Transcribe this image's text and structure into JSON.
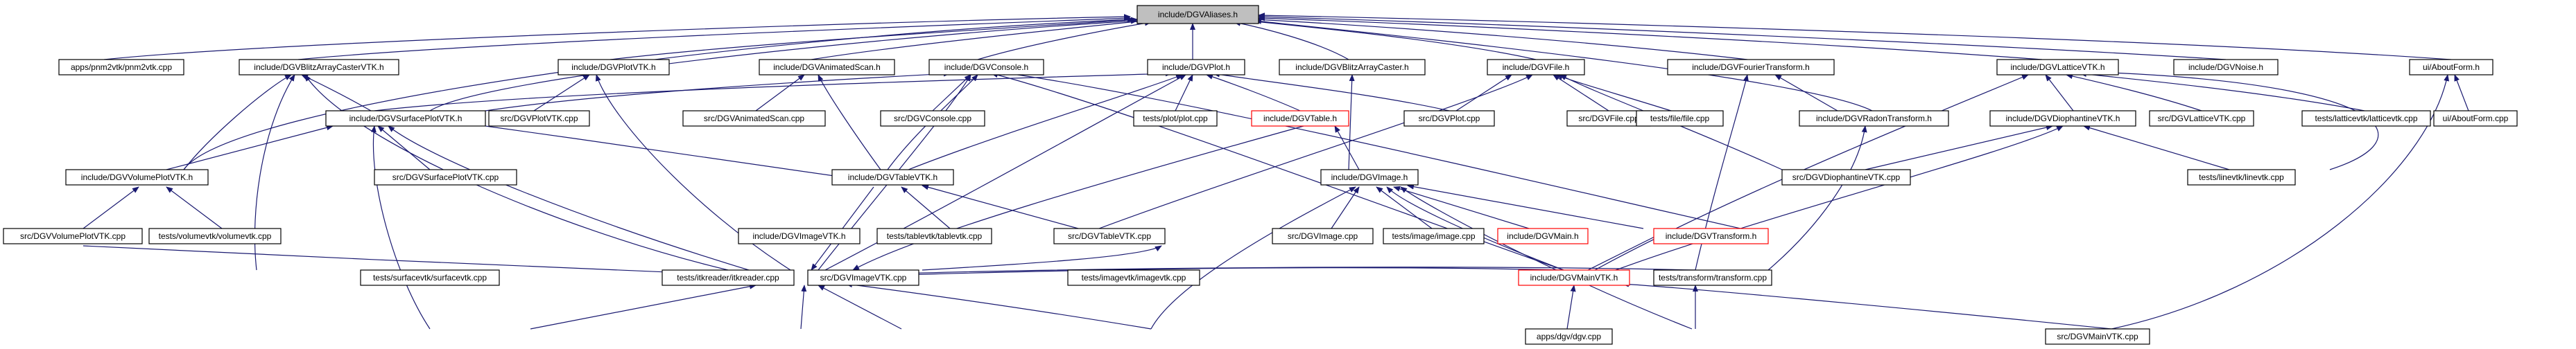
{
  "nodes": {
    "root": "include/DGVAliases.h",
    "pnm2vtk": "apps/pnm2vtk/pnm2vtk.cpp",
    "blitzCasterH": "include/DGVBlitzArrayCasterVTK.h",
    "plotVtkH": "include/DGVPlotVTK.h",
    "animScanH": "include/DGVAnimatedScan.h",
    "consoleH": "include/DGVConsole.h",
    "plotH": "include/DGVPlot.h",
    "blitzCasterPlainH": "include/DGVBlitzArrayCaster.h",
    "fileH": "include/DGVFile.h",
    "fourierH": "include/DGVFourierTransform.h",
    "latticeH": "include/DGVLatticeVTK.h",
    "noiseH": "include/DGVNoise.h",
    "aboutH": "ui/AboutForm.h",
    "surfacePlotH": "include/DGVSurfacePlotVTK.h",
    "plotVtkCpp": "src/DGVPlotVTK.cpp",
    "animScanCpp": "src/DGVAnimatedScan.cpp",
    "consoleCpp": "src/DGVConsole.cpp",
    "plotTestCpp": "tests/plot/plot.cpp",
    "tableH": "include/DGVTable.h",
    "plotCpp": "src/DGVPlot.cpp",
    "fileCpp": "src/DGVFile.cpp",
    "fileTestCpp": "tests/file/file.cpp",
    "radonH": "include/DGVRadonTransform.h",
    "diophantineH": "include/DGVDiophantineVTK.h",
    "latticeCpp": "src/DGVLatticeVTK.cpp",
    "latticeTestCpp": "tests/latticevtk/latticevtk.cpp",
    "aboutCpp": "ui/AboutForm.cpp",
    "volumePlotH": "include/DGVVolumePlotVTK.h",
    "surfacePlotCpp": "src/DGVSurfacePlotVTK.cpp",
    "tableVtkH": "include/DGVTableVTK.h",
    "imageH": "include/DGVImage.h",
    "diophantineCpp": "src/DGVDiophantineVTK.cpp",
    "lineTestCpp": "tests/linevtk/linevtk.cpp",
    "volumePlotCpp": "src/DGVVolumePlotVTK.cpp",
    "volumeTestCpp": "tests/volumevtk/volumevtk.cpp",
    "imageVtkH": "include/DGVImageVTK.h",
    "tableTestCpp": "tests/tablevtk/tablevtk.cpp",
    "tableVtkCpp": "src/DGVTableVTK.cpp",
    "imageCpp": "src/DGVImage.cpp",
    "imageTestCpp": "tests/image/image.cpp",
    "mainH": "include/DGVMain.h",
    "transformH": "include/DGVTransform.h",
    "surfaceTestCpp": "tests/surfacevtk/surfacevtk.cpp",
    "itkreaderCpp": "tests/itkreader/itkreader.cpp",
    "imageVtkCpp": "src/DGVImageVTK.cpp",
    "imageVtkTestCpp": "tests/imagevtk/imagevtk.cpp",
    "mainVtkH": "include/DGVMainVTK.h",
    "transformTestCpp": "tests/transform/transform.cpp",
    "dgvCpp": "apps/dgv/dgv.cpp",
    "mainVtkCpp": "src/DGVMainVTK.cpp"
  },
  "highlight_colors": {
    "root_fill": "#bfbfbf",
    "incomplete_border": "#ff0000",
    "node_border": "#000000",
    "edge": "#191970"
  }
}
